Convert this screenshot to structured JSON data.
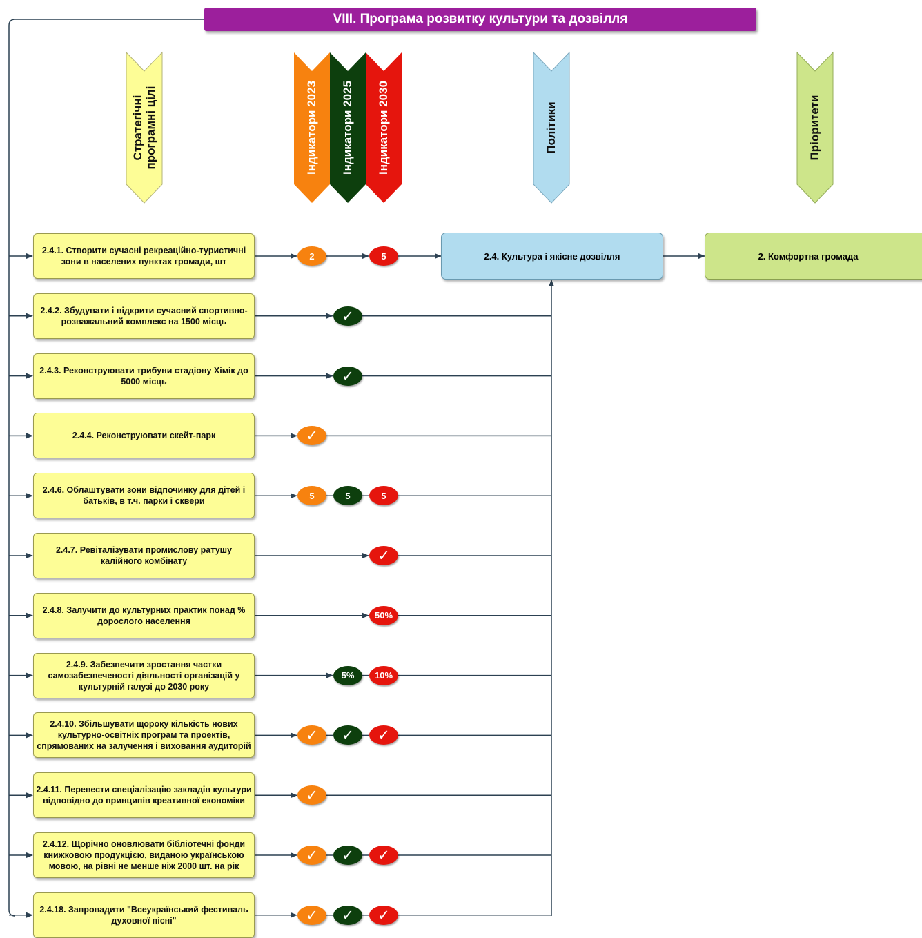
{
  "title": "VIII. Програма розвитку культури та дозвілля",
  "headers": {
    "goals": "Стратегічні\nпрограмні цілі",
    "ind2023": "Індикатори 2023",
    "ind2025": "Індикатори 2025",
    "ind2030": "Індикатори 2030",
    "policies": "Політики",
    "priorities": "Пріоритети"
  },
  "colors": {
    "title": "#9c1f9c",
    "goal": "#fdfd96",
    "ind2023": "#f7820f",
    "ind2025": "#0d3f0d",
    "ind2030": "#e5150d",
    "policy": "#b1dcef",
    "priority": "#cde58a",
    "connector": "#2c4152"
  },
  "policy": "2.4. Культура і якісне дозвілля",
  "priority": "2. Комфортна громада",
  "goals": [
    {
      "text": "2.4.1. Створити сучасні рекреаційно-туристичні зони в населених пунктах громади, шт",
      "i2023": "2",
      "i2025": null,
      "i2030": "5"
    },
    {
      "text": "2.4.2. Збудувати і відкрити сучасний спортивно-розважальний комплекс на 1500 місць",
      "i2023": null,
      "i2025": "✓",
      "i2030": null
    },
    {
      "text": "2.4.3. Реконструювати трибуни стадіону Хімік до 5000 місць",
      "i2023": null,
      "i2025": "✓",
      "i2030": null
    },
    {
      "text": "2.4.4. Реконструювати скейт-парк",
      "i2023": "✓",
      "i2025": null,
      "i2030": null
    },
    {
      "text": "2.4.6. Облаштувати зони відпочинку для дітей і батьків, в т.ч. парки і сквери",
      "i2023": "5",
      "i2025": "5",
      "i2030": "5"
    },
    {
      "text": "2.4.7. Ревіталізувати промислову ратушу калійного комбінату",
      "i2023": null,
      "i2025": null,
      "i2030": "✓"
    },
    {
      "text": "2.4.8. Залучити до культурних практик понад % дорослого населення",
      "i2023": null,
      "i2025": null,
      "i2030": "50%"
    },
    {
      "text": "2.4.9. Забезпечити зростання частки самозабезпеченості діяльності організацій у культурній галузі до 2030 року",
      "i2023": null,
      "i2025": "5%",
      "i2030": "10%"
    },
    {
      "text": "2.4.10. Збільшувати щороку кількість нових культурно-освітніх програм та проектів, спрямованих на залучення і виховання аудиторій",
      "i2023": "✓",
      "i2025": "✓",
      "i2030": "✓"
    },
    {
      "text": "2.4.11. Перевести спеціалізацію закладів культури відповідно до принципів креативної економіки",
      "i2023": "✓",
      "i2025": null,
      "i2030": null
    },
    {
      "text": "2.4.12. Щорічно оновлювати бібліотечні фонди книжковою продукцією, виданою українською мовою, на рівні не менше ніж 2000 шт. на рік",
      "i2023": "✓",
      "i2025": "✓",
      "i2030": "✓"
    },
    {
      "text": "2.4.18. Запровадити \"Всеукраїнський фестиваль духовної пісні\"",
      "i2023": "✓",
      "i2025": "✓",
      "i2030": "✓"
    }
  ]
}
